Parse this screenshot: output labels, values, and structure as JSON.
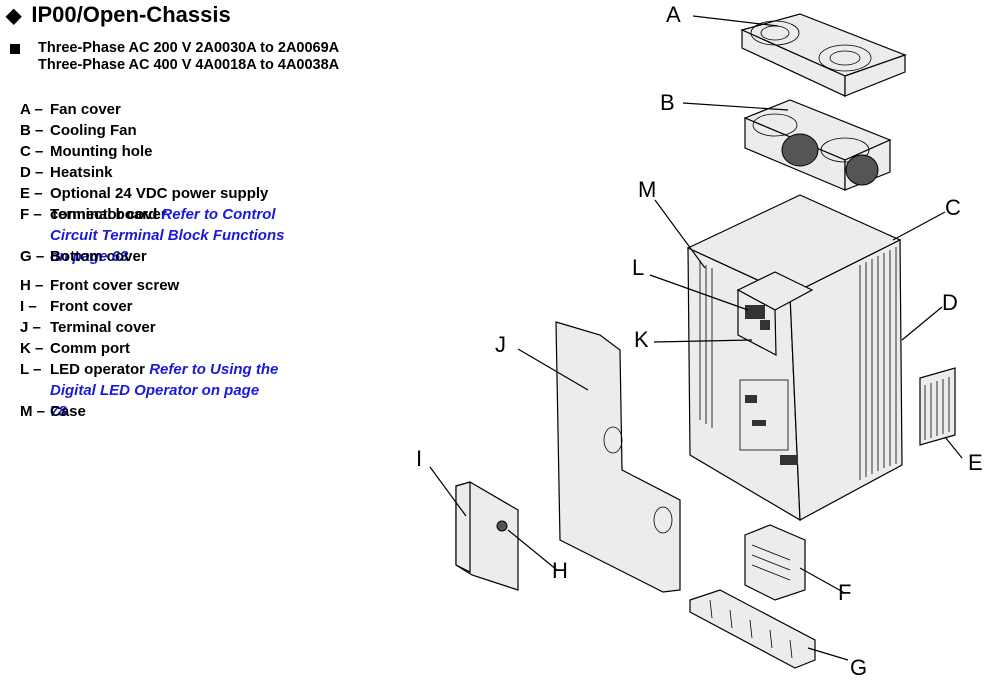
{
  "heading": {
    "icon": "diamond-bullet",
    "title": "IP00/Open-Chassis"
  },
  "subheading": {
    "icon": "square-bullet",
    "line1": "Three-Phase AC 200 V 2A0030A to 2A0069A",
    "line2": "Three-Phase AC 400 V 4A0018A to 4A0038A"
  },
  "legend": [
    {
      "key": "A –",
      "lines": [
        "Fan cover"
      ]
    },
    {
      "key": "B –",
      "lines": [
        "Cooling Fan"
      ]
    },
    {
      "key": "C –",
      "lines": [
        "Mounting hole"
      ]
    },
    {
      "key": "D –",
      "lines": [
        "Heatsink"
      ]
    },
    {
      "key": "E –",
      "lines": [
        "Optional 24 VDC power supply",
        "connector cover"
      ]
    },
    {
      "key": "F –",
      "text": "Terminal board",
      "link": [
        "Refer to Control",
        "Circuit Terminal Block Functions",
        "on page 63"
      ]
    },
    {
      "key": "G –",
      "lines": [
        "Bottom cover"
      ]
    },
    {
      "key": "H –",
      "lines": [
        "Front cover screw"
      ]
    },
    {
      "key": "I –",
      "lines": [
        "Front cover"
      ]
    },
    {
      "key": "J –",
      "lines": [
        "Terminal cover"
      ]
    },
    {
      "key": "K –",
      "lines": [
        "Comm port"
      ]
    },
    {
      "key": "L –",
      "text": "LED operator",
      "link": [
        "Refer to Using the",
        "Digital LED Operator on page",
        "78"
      ]
    },
    {
      "key": "M –",
      "lines": [
        "Case"
      ]
    }
  ],
  "figure": {
    "callouts": {
      "A": "A",
      "B": "B",
      "C": "C",
      "D": "D",
      "E": "E",
      "F": "F",
      "G": "G",
      "H": "H",
      "I": "I",
      "J": "J",
      "K": "K",
      "L": "L",
      "M": "M"
    }
  },
  "colors": {
    "link": "#1a1ad8",
    "text": "#000000"
  }
}
